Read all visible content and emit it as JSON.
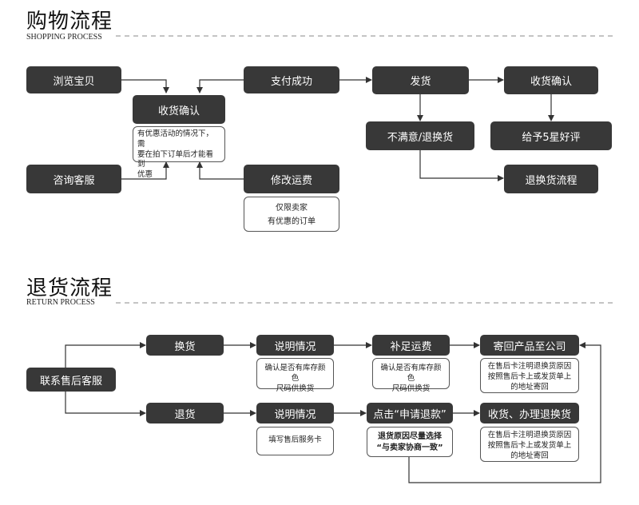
{
  "shopping": {
    "title": "购物流程",
    "subtitle": "SHOPPING PROCESS",
    "boxes": {
      "browse": "浏览宝贝",
      "confirm_receipt_left": "收货确认",
      "consult": "咨询客服",
      "pay_success": "支付成功",
      "modify_shipping": "修改运费",
      "ship": "发货",
      "dissatisfied": "不满意/退换货",
      "confirm_receipt_right": "收货确认",
      "five_star": "给予5星好评",
      "return_flow": "退换货流程"
    },
    "notes": {
      "discount": [
        "有优惠活动的情况下，需",
        "要在拍下订单后才能看到",
        "优惠"
      ],
      "seller_only": [
        "仅限卖家",
        "有优惠的订单"
      ]
    }
  },
  "returns": {
    "title": "退货流程",
    "subtitle": "RETURN PROCESS",
    "boxes": {
      "contact": "联系售后客服",
      "exchange": "换货",
      "refund": "退货",
      "explain_top": "说明情况",
      "explain_bottom": "说明情况",
      "pay_shipping": "补足运费",
      "click_refund": "点击“申请退款”",
      "send_back": "寄回产品至公司",
      "receive_refund": "收货、办理退换货"
    },
    "notes": {
      "confirm_stock_1": [
        "确认是否有库存颜色",
        "尺码供换货"
      ],
      "confirm_stock_2": [
        "确认是否有库存颜色",
        "尺码供换货"
      ],
      "fill_card": [
        "填写售后服务卡"
      ],
      "reason": [
        "退货原因尽量选择",
        "“与卖家协商一致”"
      ],
      "address_1": [
        "在售后卡注明退换货原因",
        "按照售后卡上或发货单上",
        "的地址寄回"
      ],
      "address_2": [
        "在售后卡注明退换货原因",
        "按照售后卡上或发货单上",
        "的地址寄回"
      ]
    }
  }
}
